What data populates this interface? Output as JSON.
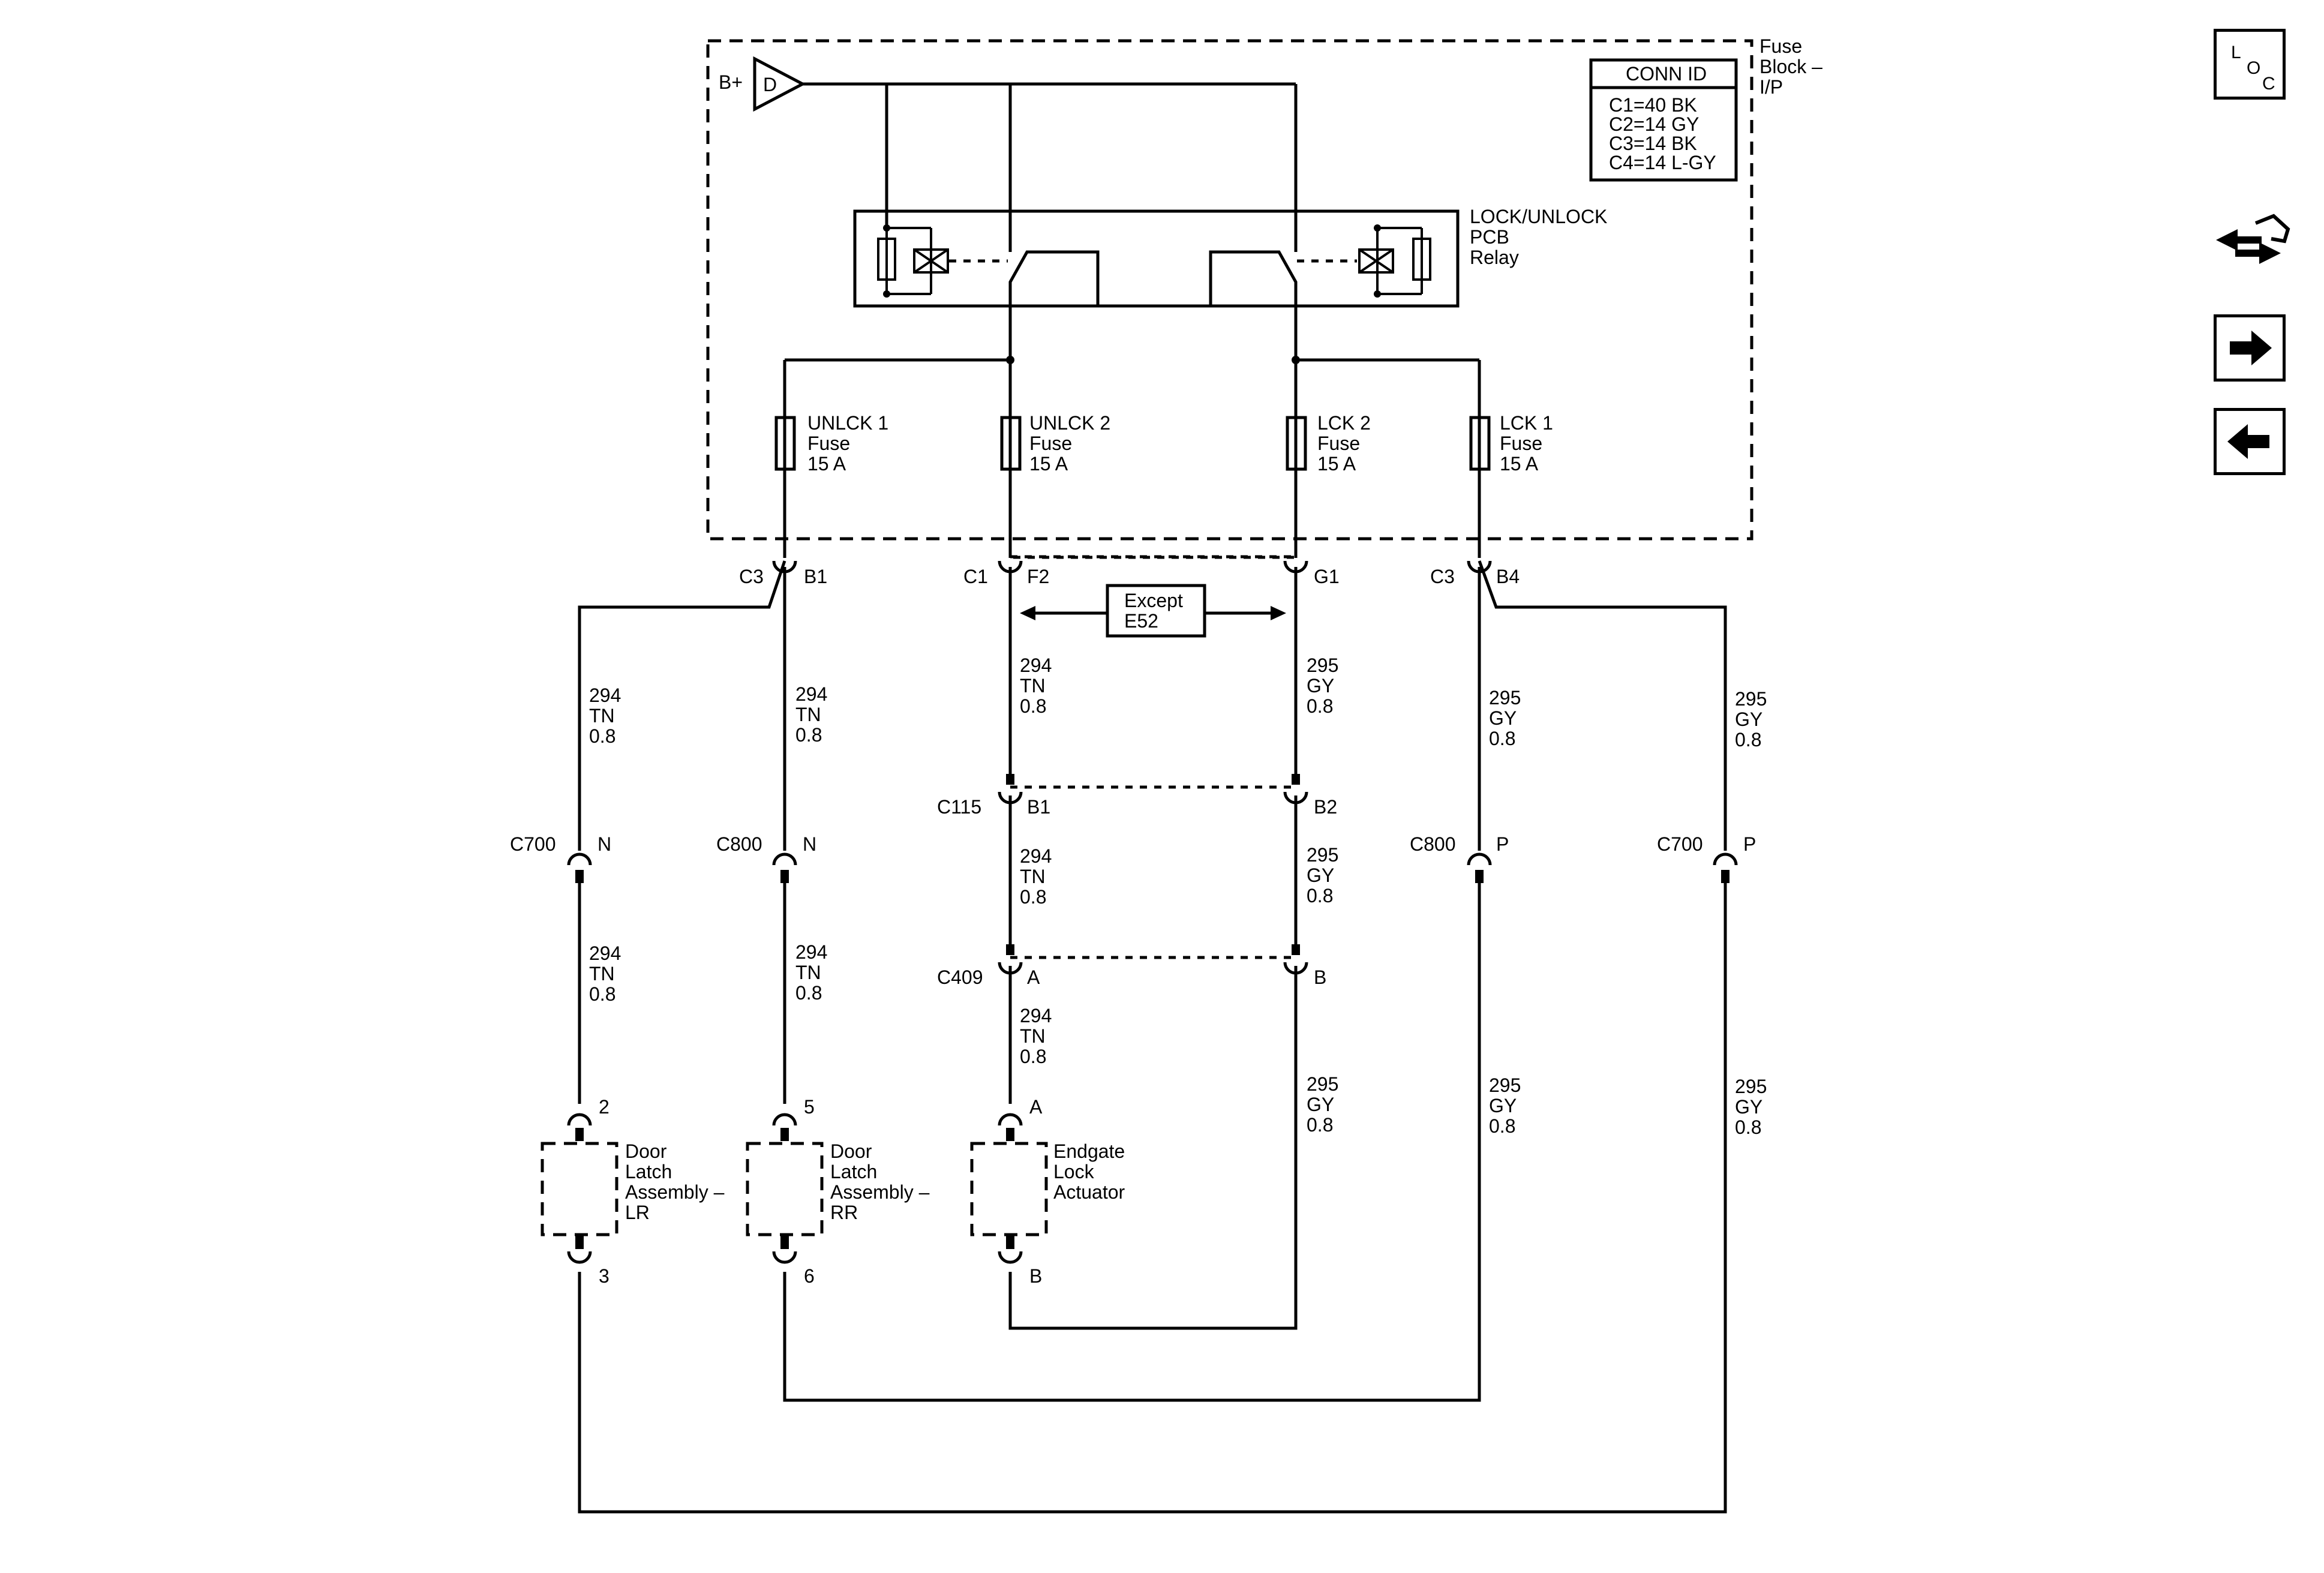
{
  "nav": {
    "loc_l": "L",
    "loc_o": "O",
    "loc_c": "C"
  },
  "fuse_block": {
    "name_l1": "Fuse",
    "name_l2": "Block –",
    "name_l3": "I/P",
    "bplus": "B+",
    "bplus_sym": "D",
    "conn_id": {
      "title": "CONN ID",
      "rows": [
        "C1=40 BK",
        "C2=14 GY",
        "C3=14 BK",
        "C4=14 L-GY"
      ]
    },
    "relay": {
      "l1": "LOCK/UNLOCK",
      "l2": "PCB",
      "l3": "Relay"
    },
    "fuses": [
      {
        "l1": "UNLCK 1",
        "l2": "Fuse",
        "l3": "15 A"
      },
      {
        "l1": "UNLCK 2",
        "l2": "Fuse",
        "l3": "15 A"
      },
      {
        "l1": "LCK 2",
        "l2": "Fuse",
        "l3": "15 A"
      },
      {
        "l1": "LCK 1",
        "l2": "Fuse",
        "l3": "15 A"
      }
    ]
  },
  "connectors": {
    "c3_left": "C3",
    "b1": "B1",
    "c1": "C1",
    "f2": "F2",
    "g1": "G1",
    "c3_right": "C3",
    "b4": "B4",
    "except_l1": "Except",
    "except_l2": "E52",
    "c115": "C115",
    "c115_b1": "B1",
    "c115_b2": "B2",
    "c409": "C409",
    "c409_a": "A",
    "c409_b": "B",
    "c700_left": "C700",
    "c700_left_pin": "N",
    "c800_left": "C800",
    "c800_left_pin": "N",
    "c800_right": "C800",
    "c800_right_pin": "P",
    "c700_right": "C700",
    "c700_right_pin": "P"
  },
  "wires": {
    "tn": {
      "circuit": "294",
      "color": "TN",
      "size": "0.8"
    },
    "gy": {
      "circuit": "295",
      "color": "GY",
      "size": "0.8"
    }
  },
  "components": {
    "lr": {
      "l1": "Door",
      "l2": "Latch",
      "l3": "Assembly –",
      "l4": "LR",
      "pin_top": "2",
      "pin_bot": "3"
    },
    "rr": {
      "l1": "Door",
      "l2": "Latch",
      "l3": "Assembly –",
      "l4": "RR",
      "pin_top": "5",
      "pin_bot": "6"
    },
    "eg": {
      "l1": "Endgate",
      "l2": "Lock",
      "l3": "Actuator",
      "pin_top": "A",
      "pin_bot": "B"
    }
  }
}
